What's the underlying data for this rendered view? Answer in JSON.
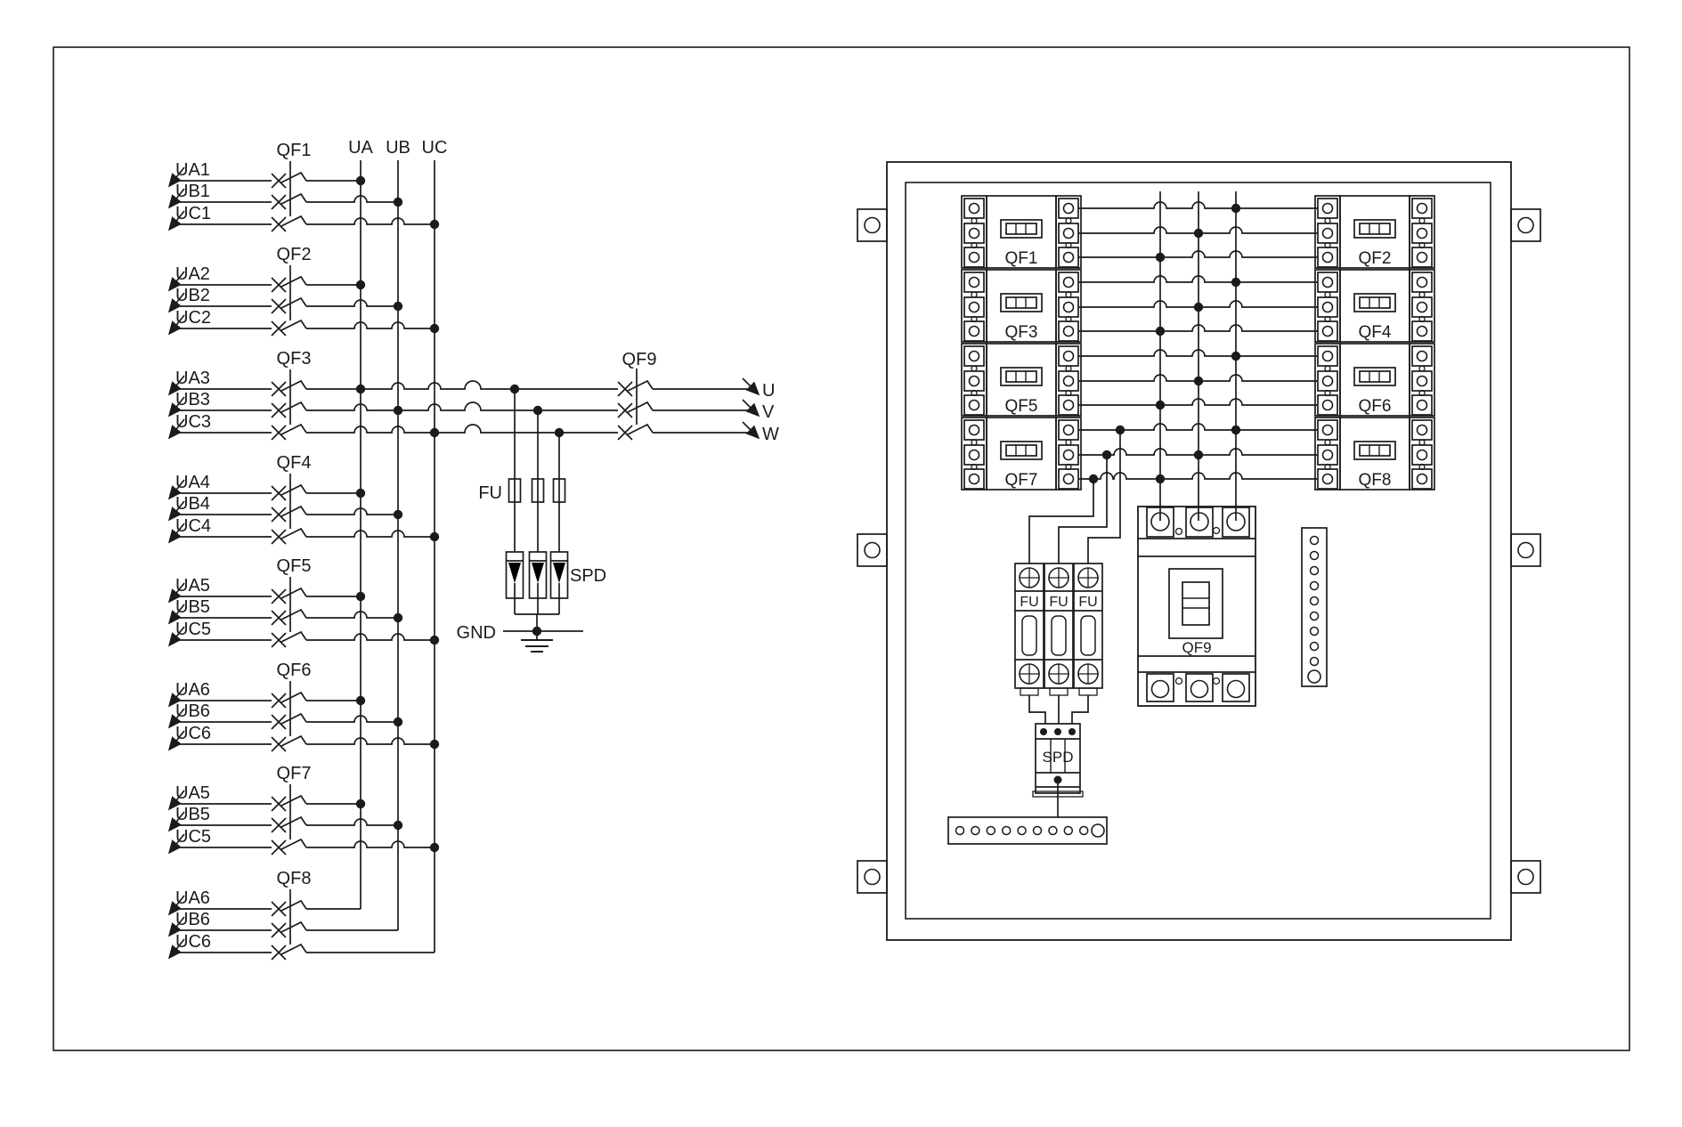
{
  "colors": {
    "ink": "#1b1b1b",
    "background": "#ffffff"
  },
  "schematic": {
    "bus_labels": [
      "UA",
      "UB",
      "UC"
    ],
    "feeder_groups": [
      {
        "breaker": "QF1",
        "phases": [
          "UA1",
          "UB1",
          "UC1"
        ]
      },
      {
        "breaker": "QF2",
        "phases": [
          "UA2",
          "UB2",
          "UC2"
        ]
      },
      {
        "breaker": "QF3",
        "phases": [
          "UA3",
          "UB3",
          "UC3"
        ]
      },
      {
        "breaker": "QF4",
        "phases": [
          "UA4",
          "UB4",
          "UC4"
        ]
      },
      {
        "breaker": "QF5",
        "phases": [
          "UA5",
          "UB5",
          "UC5"
        ]
      },
      {
        "breaker": "QF6",
        "phases": [
          "UA6",
          "UB6",
          "UC6"
        ]
      },
      {
        "breaker": "QF7",
        "phases": [
          "UA5",
          "UB5",
          "UC5"
        ]
      },
      {
        "breaker": "QF8",
        "phases": [
          "UA6",
          "UB6",
          "UC6"
        ]
      }
    ],
    "main_breaker_label": "QF9",
    "output_labels": [
      "U",
      "V",
      "W"
    ],
    "fuse_label": "FU",
    "spd_label": "SPD",
    "ground_label": "GND"
  },
  "panel": {
    "left_column_breakers": [
      "QF1",
      "QF3",
      "QF5",
      "QF7"
    ],
    "right_column_breakers": [
      "QF2",
      "QF4",
      "QF6",
      "QF8"
    ],
    "main_breaker_label": "QF9",
    "fuse_labels": [
      "FU",
      "FU",
      "FU"
    ],
    "spd_label": "SPD"
  }
}
